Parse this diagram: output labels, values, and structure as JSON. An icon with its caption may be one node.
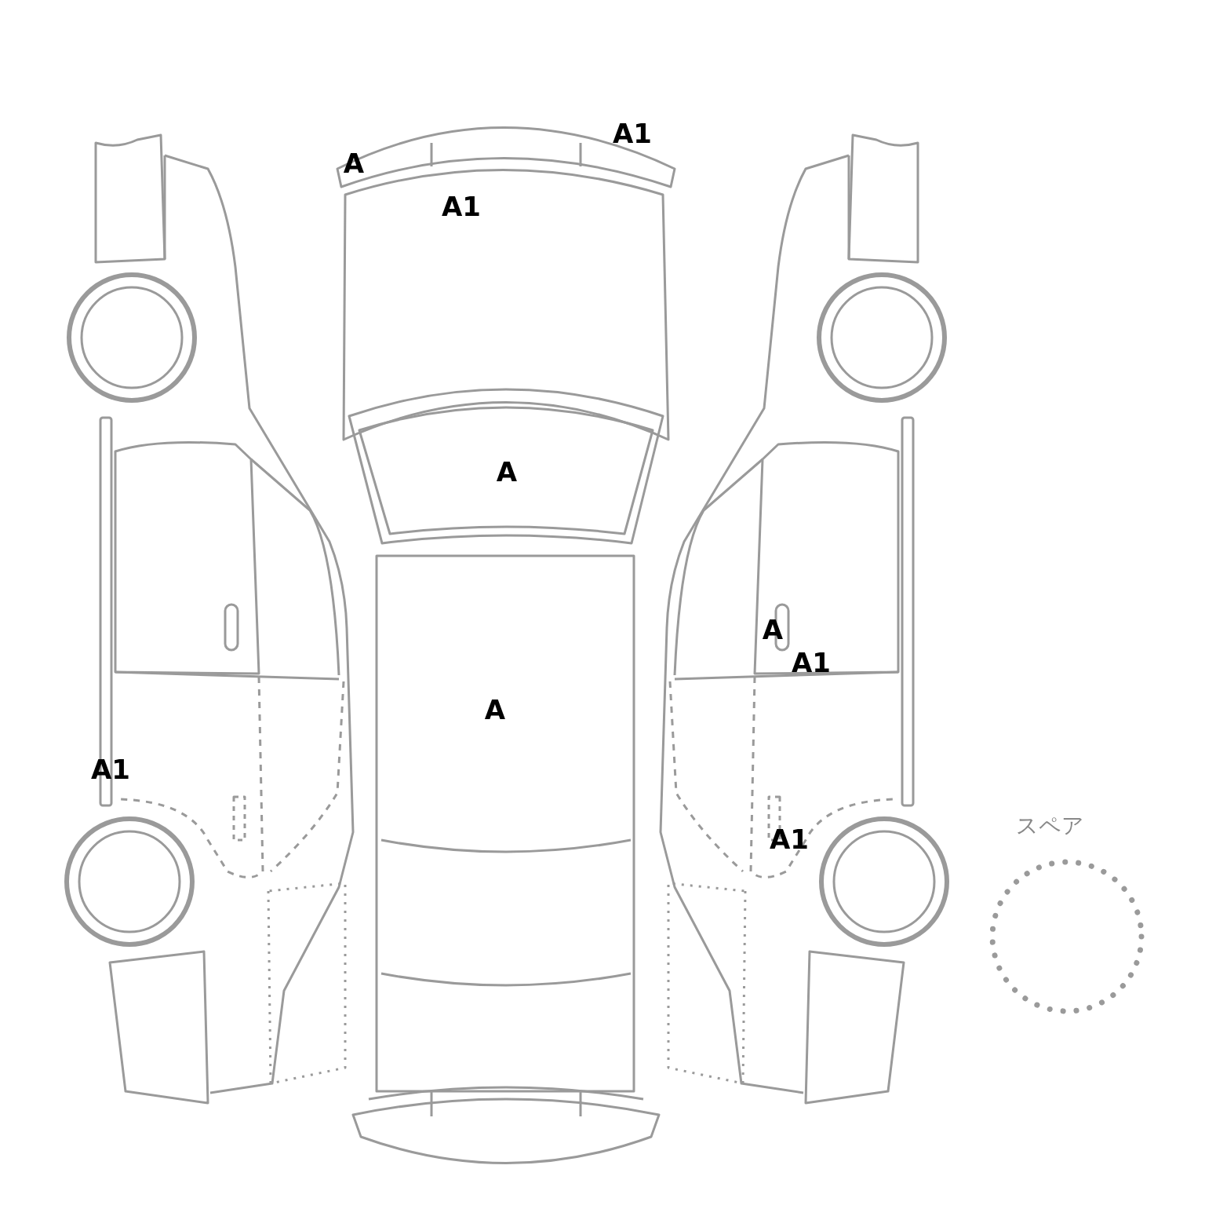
{
  "diagram": {
    "labels": [
      "A1",
      "A",
      "A1",
      "A",
      "A",
      "A1",
      "A",
      "A1",
      "スペア",
      "A1"
    ]
  }
}
